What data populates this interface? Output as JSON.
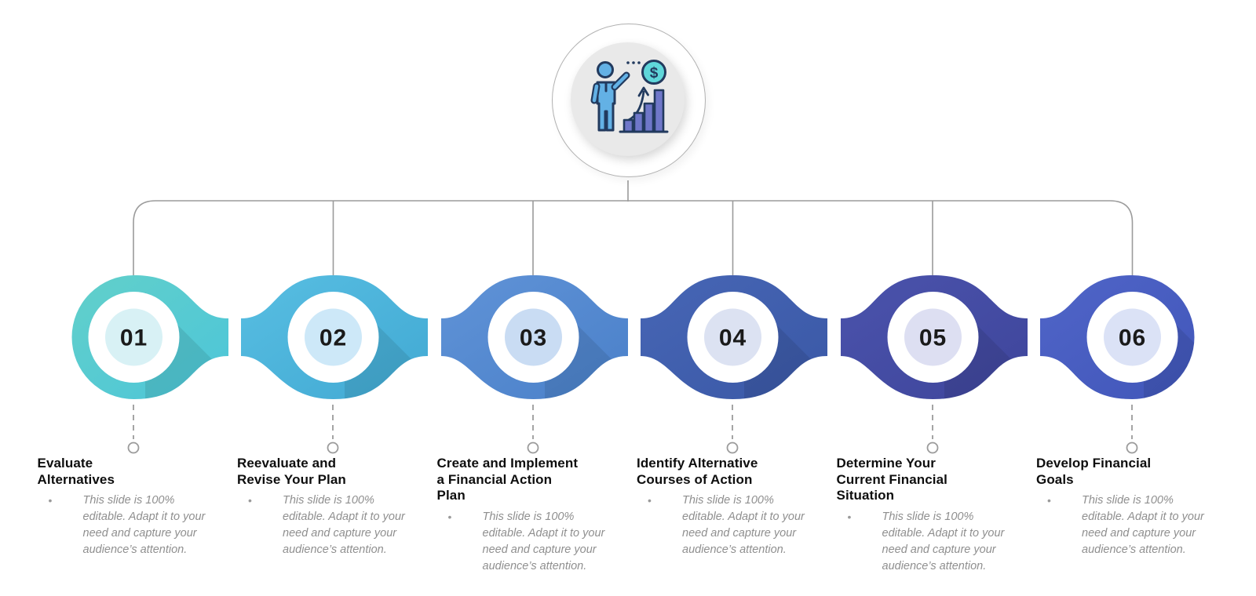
{
  "slide": {
    "background": "#ffffff"
  },
  "connector_color": "#9b9b9b",
  "bullet_char": "•",
  "hub": {
    "icon": "man-presenting-financial-growth-chart-icon",
    "dollar_sign": "$",
    "colors": {
      "outline": "#223a5e",
      "person": "#63b1e5",
      "coin": "#5fd7da",
      "bars": "#6f77c9"
    }
  },
  "steps": [
    {
      "number": "01",
      "title": "Evaluate\nAlternatives",
      "description": "This slide is 100%\neditable. Adapt it to your\nneed and capture your\naudience’s attention.",
      "color": "#62D0CA",
      "color2": "#4CC5D9",
      "tint": "#D8F1F5"
    },
    {
      "number": "02",
      "title": "Reevaluate and\nRevise Your Plan",
      "description": "This slide is 100%\neditable. Adapt it to your\nneed and capture your\naudience’s attention.",
      "color": "#58BEE2",
      "color2": "#41A9D3",
      "tint": "#CDE8F8"
    },
    {
      "number": "03",
      "title": "Create and Implement\na Financial Action\nPlan",
      "description": "This slide is 100%\neditable. Adapt it to your\nneed and capture your\naudience’s attention.",
      "color": "#6093D7",
      "color2": "#4A80C9",
      "tint": "#C9DCF3"
    },
    {
      "number": "04",
      "title": "Identify Alternative\nCourses of Action",
      "description": "This slide is 100%\neditable. Adapt it to your\nneed and capture your\naudience’s attention.",
      "color": "#4766B5",
      "color2": "#3A58A6",
      "tint": "#DCE2F2"
    },
    {
      "number": "05",
      "title": "Determine Your\nCurrent Financial\nSituation",
      "description": "This slide is 100%\neditable. Adapt it to your\nneed and capture your\naudience’s attention.",
      "color": "#4B53AC",
      "color2": "#3E459B",
      "tint": "#DDDFF2"
    },
    {
      "number": "06",
      "title": "Develop Financial\nGoals",
      "description": "This slide is 100%\neditable. Adapt it to your\nneed and capture your\naudience’s attention.",
      "color": "#5065C8",
      "color2": "#4156B9",
      "tint": "#DBE2F6"
    }
  ]
}
